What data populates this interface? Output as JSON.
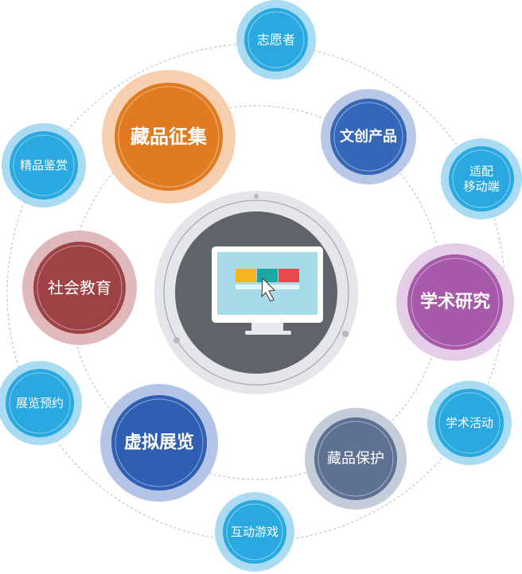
{
  "diagram": {
    "center": {
      "icon": "monitor-icon"
    },
    "nodes": [
      {
        "key": "volunteer",
        "lines": [
          "志愿者"
        ],
        "fill": "#29a9df",
        "halo": "#a9dcf2"
      },
      {
        "key": "collection",
        "lines": [
          "藏品征集"
        ],
        "fill": "#e07b22",
        "halo": "#f6d0ae"
      },
      {
        "key": "creative",
        "lines": [
          "文创产品"
        ],
        "fill": "#3567b8",
        "halo": "#b8c8e6"
      },
      {
        "key": "mobile",
        "lines": [
          "适配",
          "移动端"
        ],
        "fill": "#29a9df",
        "halo": "#a9dcf2"
      },
      {
        "key": "masterpiece",
        "lines": [
          "精品鉴赏"
        ],
        "fill": "#29a9df",
        "halo": "#a9dcf2"
      },
      {
        "key": "social",
        "lines": [
          "社会教育"
        ],
        "fill": "#9e4245",
        "halo": "#dfb9bb"
      },
      {
        "key": "academic",
        "lines": [
          "学术研究"
        ],
        "fill": "#a65aa9",
        "halo": "#e4cde6"
      },
      {
        "key": "booking",
        "lines": [
          "展览预约"
        ],
        "fill": "#29a9df",
        "halo": "#a9dcf2"
      },
      {
        "key": "virtual",
        "lines": [
          "虚拟展览"
        ],
        "fill": "#2f5fb3",
        "halo": "#b3c4e6"
      },
      {
        "key": "protection",
        "lines": [
          "藏品保护"
        ],
        "fill": "#5f7193",
        "halo": "#c4ccd9"
      },
      {
        "key": "activity",
        "lines": [
          "学术活动"
        ],
        "fill": "#29a9df",
        "halo": "#a9dcf2"
      },
      {
        "key": "game",
        "lines": [
          "互动游戏"
        ],
        "fill": "#29a9df",
        "halo": "#a9dcf2"
      }
    ]
  }
}
